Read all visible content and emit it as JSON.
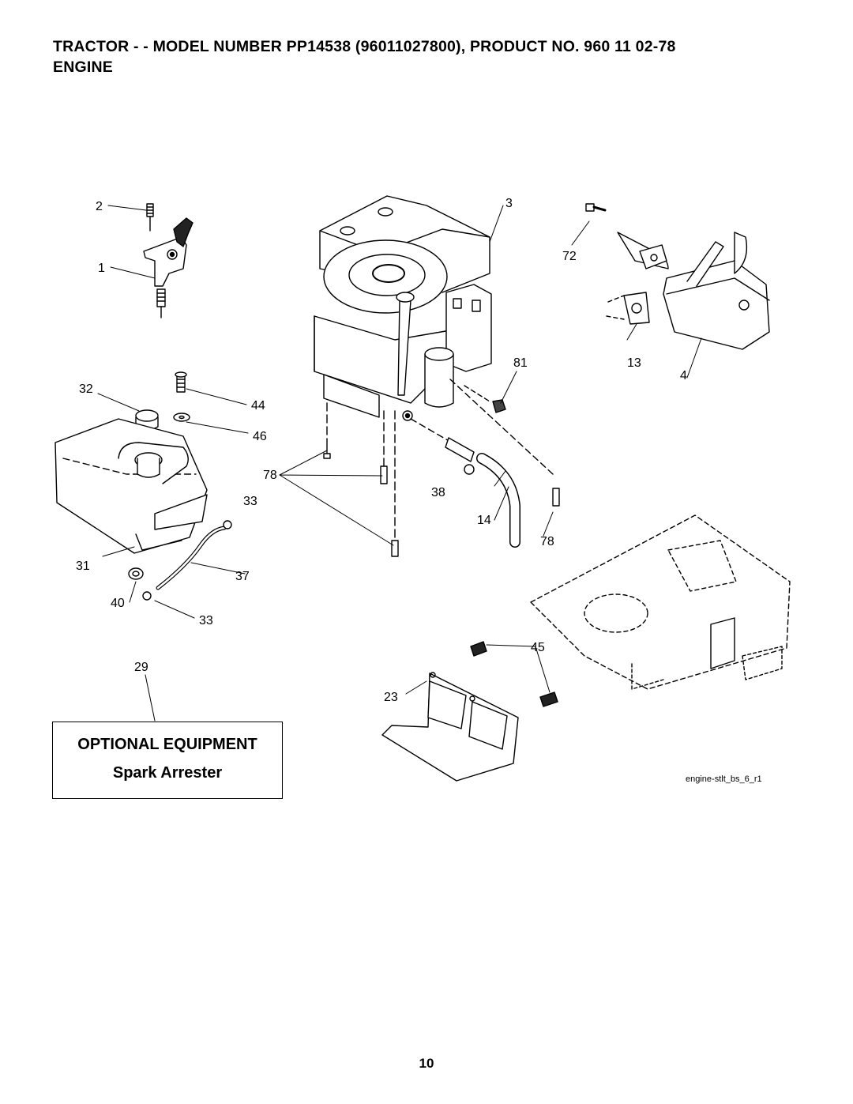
{
  "header": {
    "line1": "TRACTOR - - MODEL NUMBER PP14538 (96011027800), PRODUCT NO. 960 11 02-78",
    "line2": "ENGINE"
  },
  "callouts": {
    "c2": "2",
    "c1": "1",
    "c3": "3",
    "c72": "72",
    "c81": "81",
    "c13": "13",
    "c4": "4",
    "c32": "32",
    "c44": "44",
    "c46": "46",
    "c78a": "78",
    "c38": "38",
    "c33a": "33",
    "c14": "14",
    "c78b": "78",
    "c31": "31",
    "c37": "37",
    "c40": "40",
    "c33b": "33",
    "c29": "29",
    "c45": "45",
    "c23": "23"
  },
  "optional_box": {
    "heading": "OPTIONAL EQUIPMENT",
    "item": "Spark Arrester"
  },
  "figure_id": "engine-stlt_bs_6_r1",
  "page_number": "10"
}
